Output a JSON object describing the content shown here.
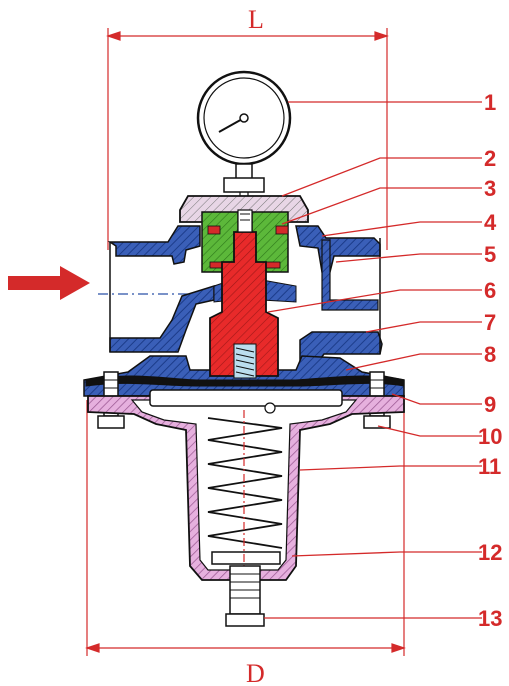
{
  "dimensions": {
    "top_label": "L",
    "bottom_label": "D"
  },
  "callouts": [
    "1",
    "2",
    "3",
    "4",
    "5",
    "6",
    "7",
    "8",
    "9",
    "10",
    "11",
    "12",
    "13"
  ],
  "colors": {
    "annotation": "#d42a2a",
    "body": "#2a52a8",
    "body_fill": "#3a5fb8",
    "piston": "#e82a2a",
    "seal": "#5cb83a",
    "bonnet": "#e0a8d8",
    "outline": "#111111",
    "flow_arrow": "#d42a2a"
  },
  "icons": {
    "gauge": "pressure-gauge-icon",
    "flow": "flow-arrow-icon"
  }
}
